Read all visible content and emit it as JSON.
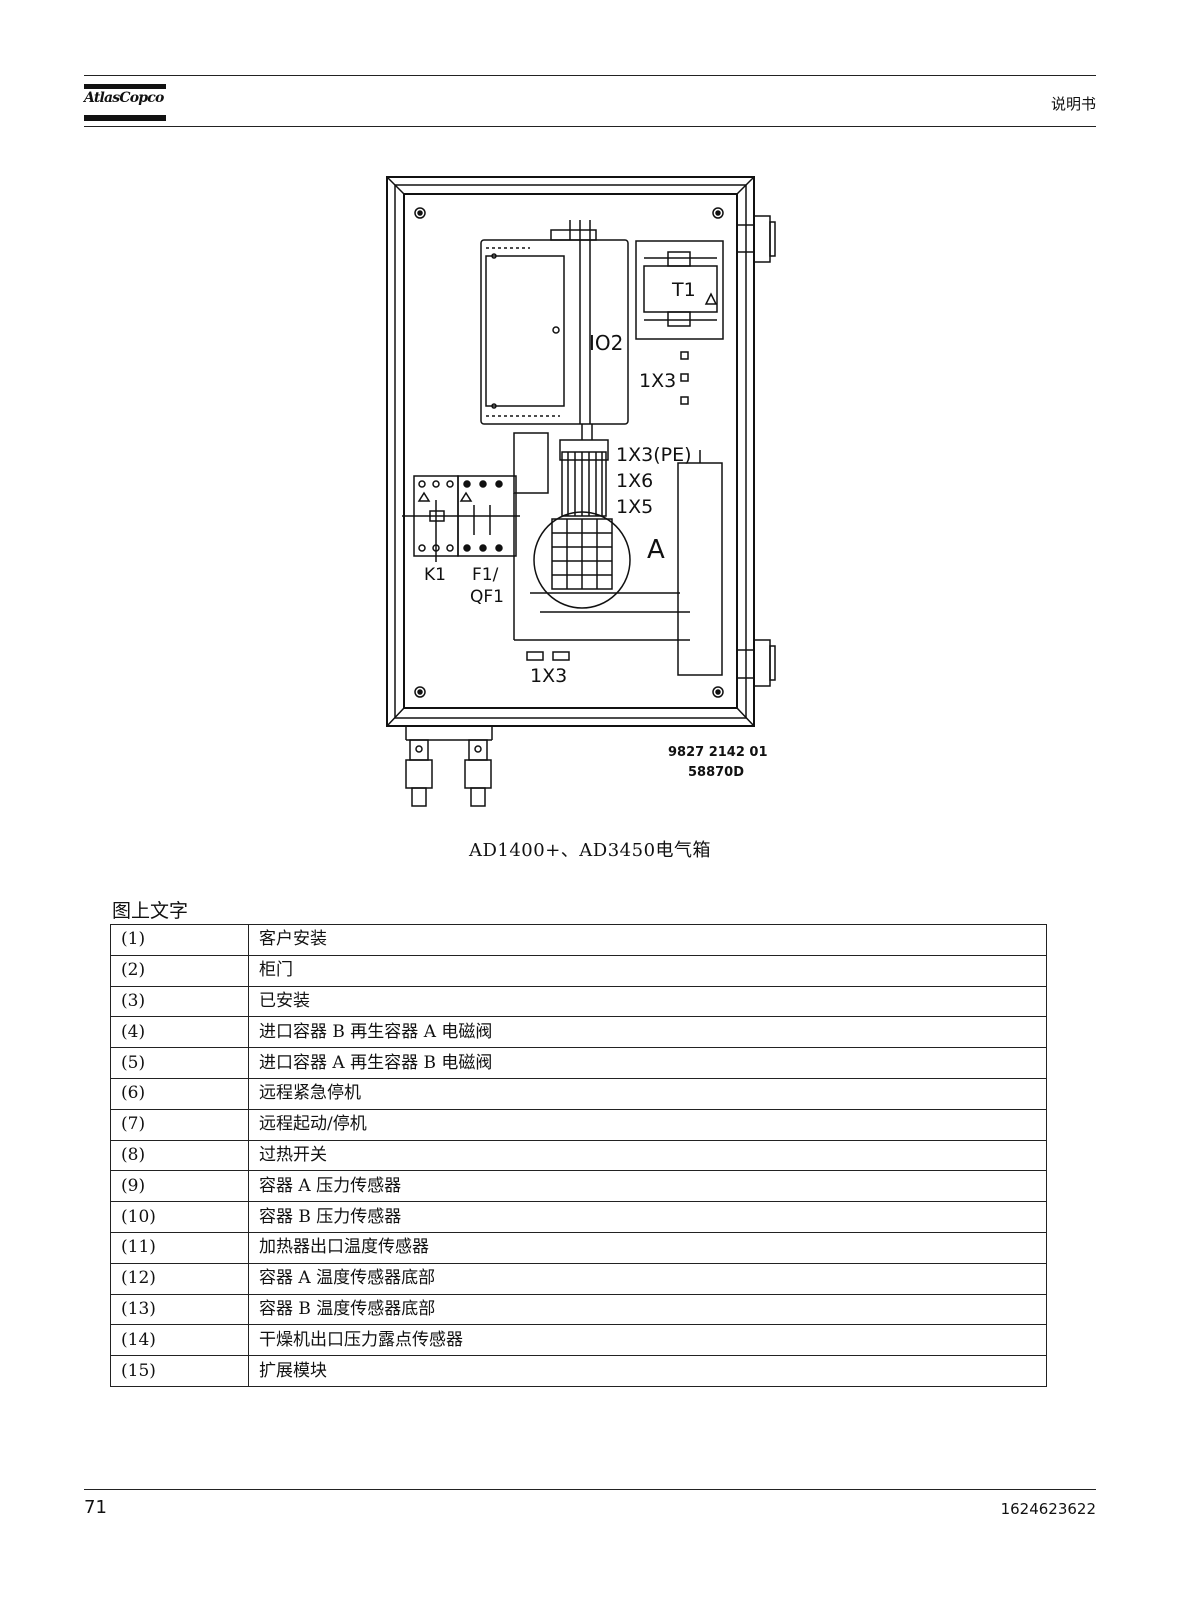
{
  "header": {
    "logo_text": "AtlasCopco",
    "title": "说明书"
  },
  "diagram": {
    "labels": {
      "io2": "IO2",
      "t1": "T1",
      "x3_right": "1X3",
      "x3_pe": "1X3(PE)",
      "x6": "1X6",
      "x5": "1X5",
      "a": "A",
      "k1": "K1",
      "f1": "F1/",
      "qf1": "QF1",
      "x3_bottom": "1X3",
      "drawing_number": "9827 2142 01",
      "drawing_code": "58870D"
    }
  },
  "caption": "AD1400+、AD3450电气箱",
  "legend": {
    "heading": "图上文字",
    "rows": [
      {
        "num": "(1)",
        "text": "客户安装"
      },
      {
        "num": "(2)",
        "text": "柜门"
      },
      {
        "num": "(3)",
        "text": "已安装"
      },
      {
        "num": "(4)",
        "text": "进口容器 B 再生容器 A 电磁阀"
      },
      {
        "num": "(5)",
        "text": "进口容器 A 再生容器 B 电磁阀"
      },
      {
        "num": "(6)",
        "text": "远程紧急停机"
      },
      {
        "num": "(7)",
        "text": "远程起动/停机"
      },
      {
        "num": "(8)",
        "text": "过热开关"
      },
      {
        "num": "(9)",
        "text": "容器 A 压力传感器"
      },
      {
        "num": "(10)",
        "text": "容器 B 压力传感器"
      },
      {
        "num": "(11)",
        "text": "加热器出口温度传感器"
      },
      {
        "num": "(12)",
        "text": "容器 A 温度传感器底部"
      },
      {
        "num": "(13)",
        "text": "容器 B 温度传感器底部"
      },
      {
        "num": "(14)",
        "text": "干燥机出口压力露点传感器"
      },
      {
        "num": "(15)",
        "text": "扩展模块"
      }
    ]
  },
  "footer": {
    "page_number": "71",
    "document_number": "1624623622"
  }
}
